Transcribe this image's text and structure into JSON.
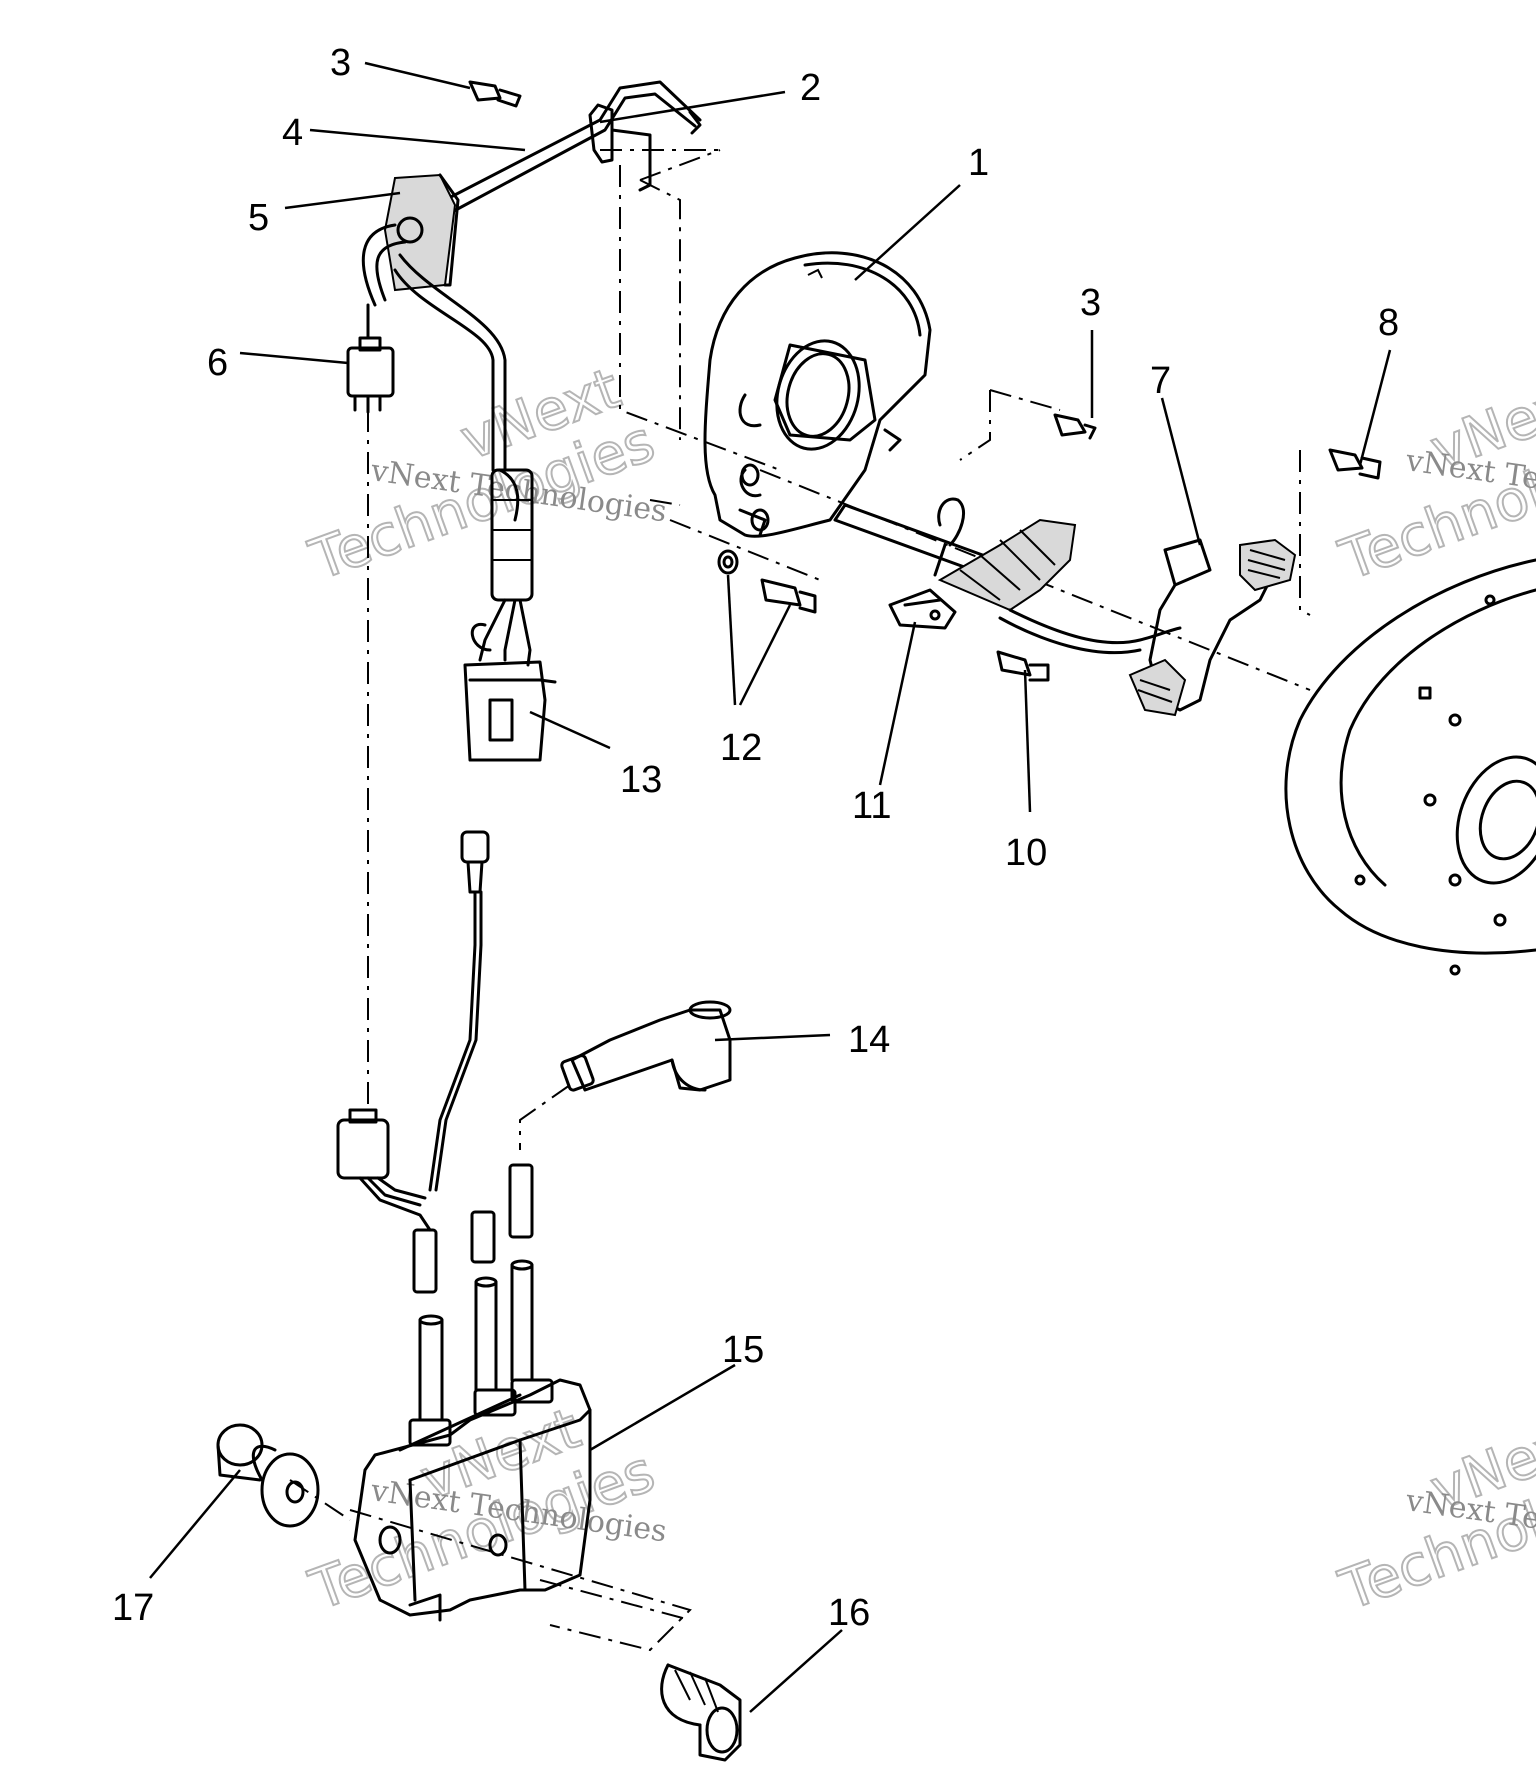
{
  "callouts": [
    {
      "id": "c1",
      "text": "1"
    },
    {
      "id": "c2",
      "text": "2"
    },
    {
      "id": "c3a",
      "text": "3"
    },
    {
      "id": "c3b",
      "text": "3"
    },
    {
      "id": "c4",
      "text": "4"
    },
    {
      "id": "c5",
      "text": "5"
    },
    {
      "id": "c6",
      "text": "6"
    },
    {
      "id": "c7",
      "text": "7"
    },
    {
      "id": "c8",
      "text": "8"
    },
    {
      "id": "c10",
      "text": "10"
    },
    {
      "id": "c11",
      "text": "11"
    },
    {
      "id": "c12",
      "text": "12"
    },
    {
      "id": "c13",
      "text": "13"
    },
    {
      "id": "c14",
      "text": "14"
    },
    {
      "id": "c15",
      "text": "15"
    },
    {
      "id": "c16",
      "text": "16"
    },
    {
      "id": "c17",
      "text": "17"
    }
  ],
  "watermark": {
    "small": "vNext Technologies",
    "big_top": "vNext",
    "big_bottom": "Technologies"
  }
}
